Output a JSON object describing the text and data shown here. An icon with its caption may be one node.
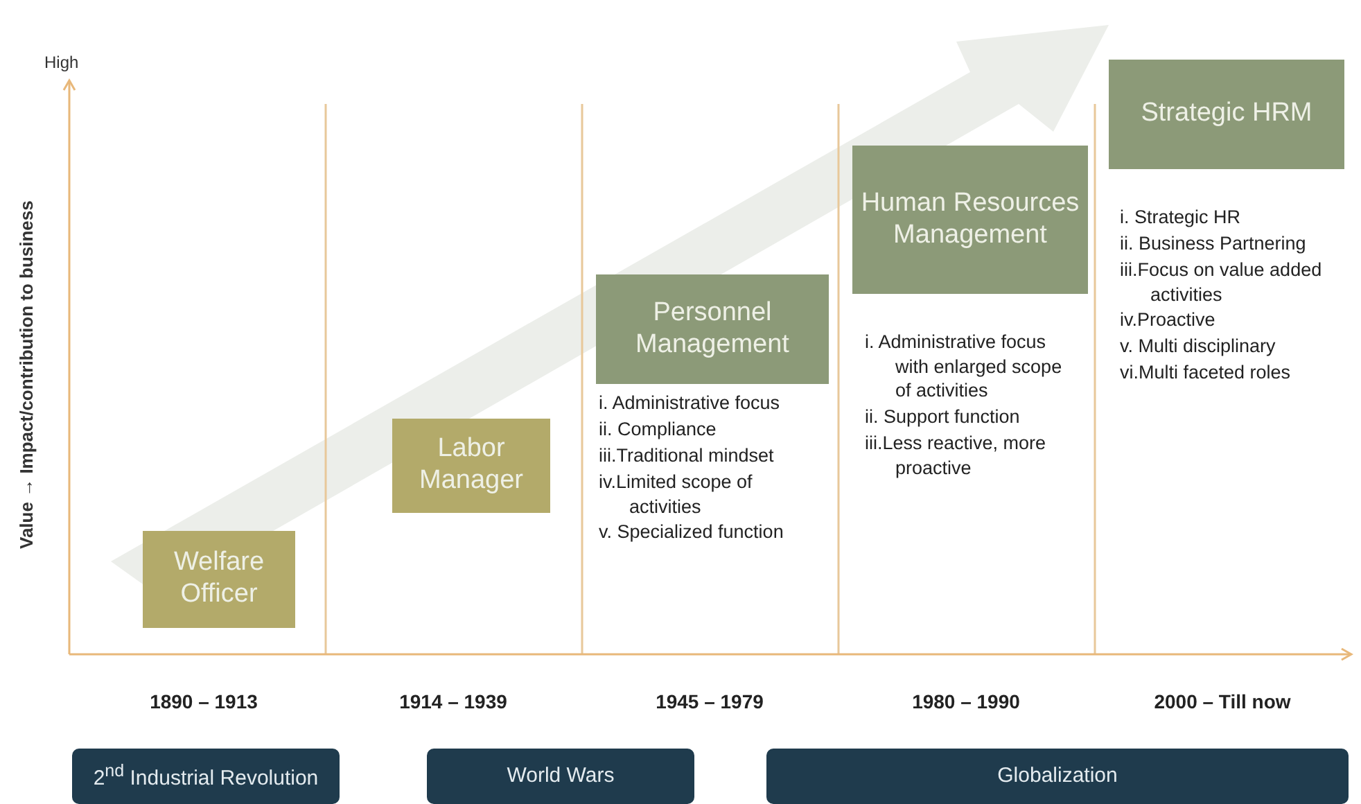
{
  "diagram": {
    "nodes": [
      {
        "text": [
          "Welfare Officer"
        ]
      },
      {
        "text": [
          "Labor Manager"
        ]
      },
      {
        "text": [
          "Personnel Management"
        ],
        "beside": [
          "i. Administrative focus",
          "ii. Compliance",
          "iii.Traditional mindset",
          "iv.Limited scope of activities",
          "v. Specialized function"
        ]
      },
      {
        "text": [
          "Human Resources Management"
        ],
        "beside": [
          "i. Administrative focus with enlarged scope of activities",
          "ii. Support function",
          "iii.Less reactive, more proactive"
        ]
      },
      {
        "text": [
          "Strategic HRM"
        ],
        "beside": [
          "i. Strategic HR",
          "ii. Business Partnering",
          "iii.Focus on value added activities",
          "iv.Proactive",
          "v. Multi disciplinary",
          "vi.Multi faceted roles"
        ]
      },
      {
        "text": [
          "2$^{nd}$ Industrial Revolution"
        ]
      },
      {
        "text": [
          "World Wars"
        ]
      },
      {
        "text": [
          "Globalization"
        ]
      }
    ],
    "edges": [],
    "labels": [
      "High",
      "Value → Impact/contribution to business",
      "1890 – 1913",
      "1914 – 1939",
      "1945 – 1979",
      "1980 – 1990",
      "2000 – Till now"
    ]
  }
}
